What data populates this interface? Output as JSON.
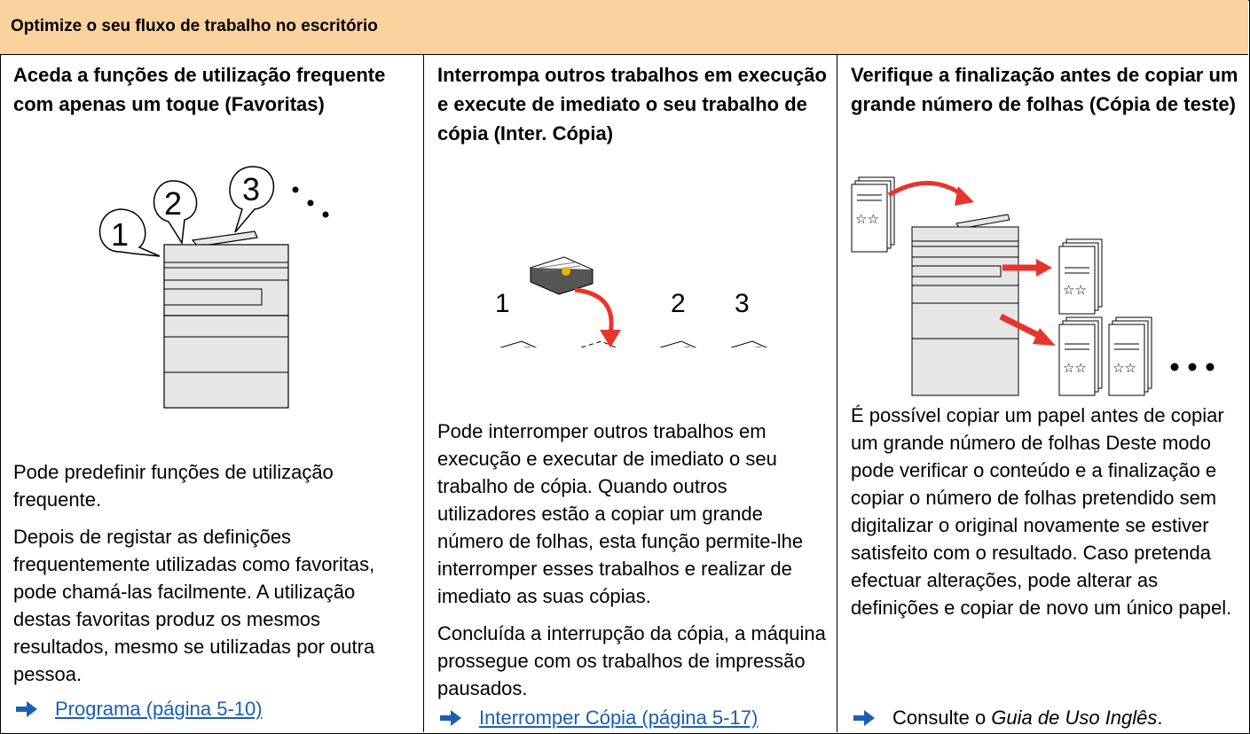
{
  "header": {
    "title": "Optimize o seu fluxo de trabalho no escritório"
  },
  "columns": [
    {
      "heading": "Aceda a funções de utilização frequente com apenas um toque (Favoritas)",
      "illustration": {
        "callouts": [
          "1",
          "2",
          "3"
        ]
      },
      "paragraphs": [
        "Pode predefinir funções de utilização frequente.",
        "Depois de registar as definições frequentemente utilizadas como favoritas, pode chamá-las facilmente. A utilização destas favoritas produz os mesmos resultados, mesmo se utilizadas por outra pessoa."
      ],
      "link": {
        "text": "Programa (página 5-10)"
      }
    },
    {
      "heading": "Interrompa outros trabalhos em execução e execute de imediato o seu trabalho de cópia (Inter. Cópia)",
      "illustration": {
        "labels": [
          "1",
          "2",
          "3"
        ]
      },
      "paragraphs": [
        "Pode interromper outros trabalhos em execução e executar de imediato o seu trabalho de cópia. Quando outros utilizadores estão a copiar um grande número de folhas, esta função permite-lhe interromper esses trabalhos e realizar de imediato as suas cópias.",
        "Concluída a interrupção da cópia, a máquina prossegue com os trabalhos de impressão pausados."
      ],
      "link": {
        "text": "Interromper Cópia (página 5-17)"
      }
    },
    {
      "heading": "Verifique a finalização antes de copiar um grande número de folhas (Cópia de teste)",
      "illustration": {
        "stars": "☆☆"
      },
      "paragraphs": [
        "É possível copiar um papel antes de copiar um grande número de folhas Deste modo pode verificar o conteúdo e a finalização e copiar o número de folhas pretendido sem digitalizar o original novamente se estiver satisfeito com o resultado. Caso pretenda efectuar alterações, pode alterar as definições e copiar de novo um único papel."
      ],
      "reference": {
        "prefix": "Consulte o ",
        "guide": "Guia de Uso Inglês",
        "suffix": "."
      }
    }
  ],
  "colors": {
    "header_bg": "#fad29e",
    "accent_red": "#e8342a",
    "arrow_blue": "#1a5fb4",
    "device_gray": "#e6e6e6"
  }
}
